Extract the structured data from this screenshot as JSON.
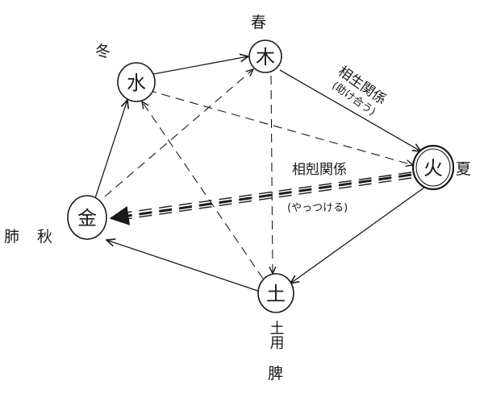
{
  "nodes": {
    "wood": {
      "char": "木",
      "season": "春"
    },
    "fire": {
      "char": "火",
      "season": "夏"
    },
    "earth": {
      "char": "土",
      "season": "土用",
      "organ": "脾"
    },
    "metal": {
      "char": "金",
      "season": "秋",
      "organ": "肺"
    },
    "water": {
      "char": "水",
      "season": "冬"
    }
  },
  "relations": {
    "generating": {
      "label": "相生関係",
      "subtitle": "(助け合う)"
    },
    "controlling": {
      "label": "相剋関係",
      "subtitle": "(やっつける)"
    }
  },
  "colors": {
    "ink": "#1a1a1a",
    "paper": "#ffffff"
  }
}
